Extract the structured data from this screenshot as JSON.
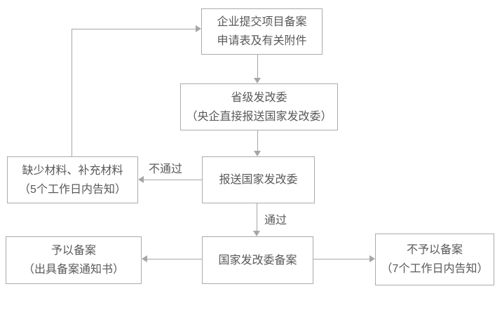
{
  "diagram": {
    "type": "flowchart",
    "background": "#ffffff",
    "colors": {
      "box_border": "#ababab",
      "connector": "#a6a6a6",
      "text": "#595959"
    },
    "nodes": {
      "submit": {
        "line1": "企业提交项目备案",
        "line2": "申请表及有关附件"
      },
      "provincial": {
        "line1": "省级发改委",
        "line2": "（央企直接报送国家发改委）"
      },
      "report": {
        "line1": "报送国家发改委"
      },
      "missing": {
        "line1": "缺少材料、补充材料",
        "line2": "（5个工作日内告知）"
      },
      "ndrc": {
        "line1": "国家发改委备案"
      },
      "granted": {
        "line1": "予以备案",
        "line2": "（出具备案通知书）"
      },
      "denied": {
        "line1": "不予以备案",
        "line2": "（7个工作日内告知）"
      }
    },
    "edge_labels": {
      "fail": "不通过",
      "pass": "通过"
    },
    "edges": [
      {
        "from": "submit",
        "to": "provincial"
      },
      {
        "from": "provincial",
        "to": "report"
      },
      {
        "from": "report",
        "to": "missing",
        "label": "不通过"
      },
      {
        "from": "report",
        "to": "ndrc",
        "label": "通过"
      },
      {
        "from": "ndrc",
        "to": "granted"
      },
      {
        "from": "ndrc",
        "to": "denied"
      },
      {
        "from": "missing",
        "to": "submit"
      }
    ]
  }
}
